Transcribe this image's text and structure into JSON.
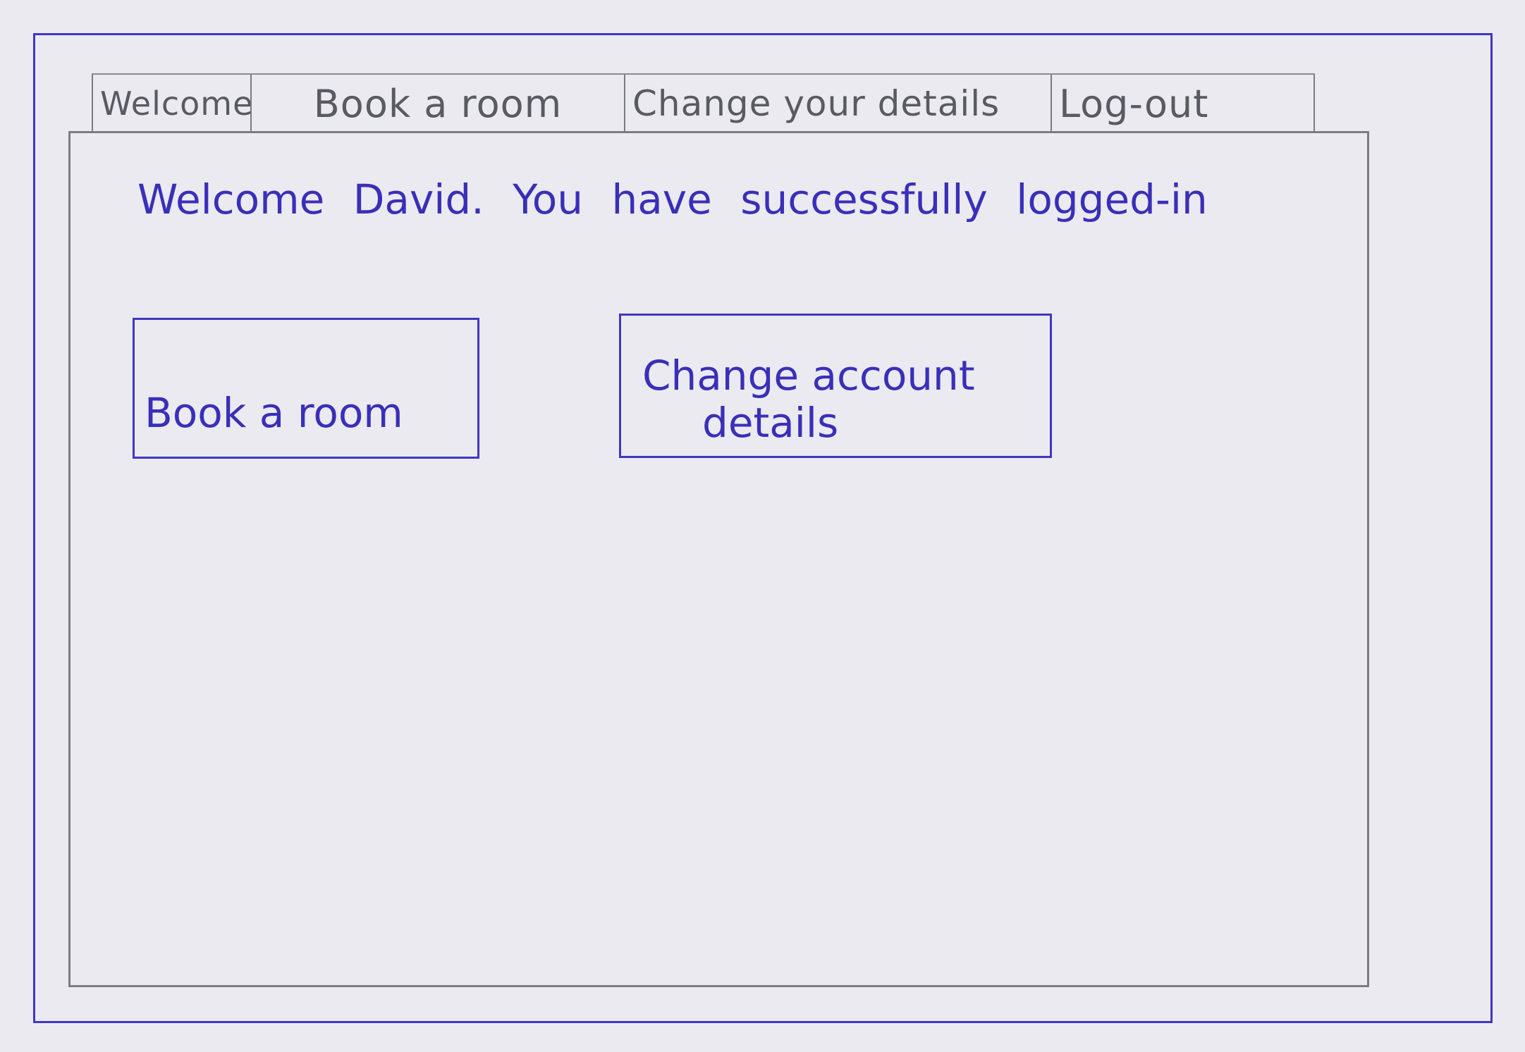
{
  "tabs": [
    {
      "label": "Welcome",
      "active": true
    },
    {
      "label": "Book a room",
      "active": false
    },
    {
      "label": "Change your details",
      "active": false
    },
    {
      "label": "Log-out",
      "active": false
    }
  ],
  "main": {
    "welcome_message": "Welcome David. You have successfully logged-in",
    "book_button_label": "Book a room",
    "change_button_line1": "Change account",
    "change_button_line2": "details"
  },
  "colors": {
    "ink_blue": "#3a2fb8",
    "pencil_gray": "#7c7c82",
    "paper": "#ebeaf0"
  }
}
